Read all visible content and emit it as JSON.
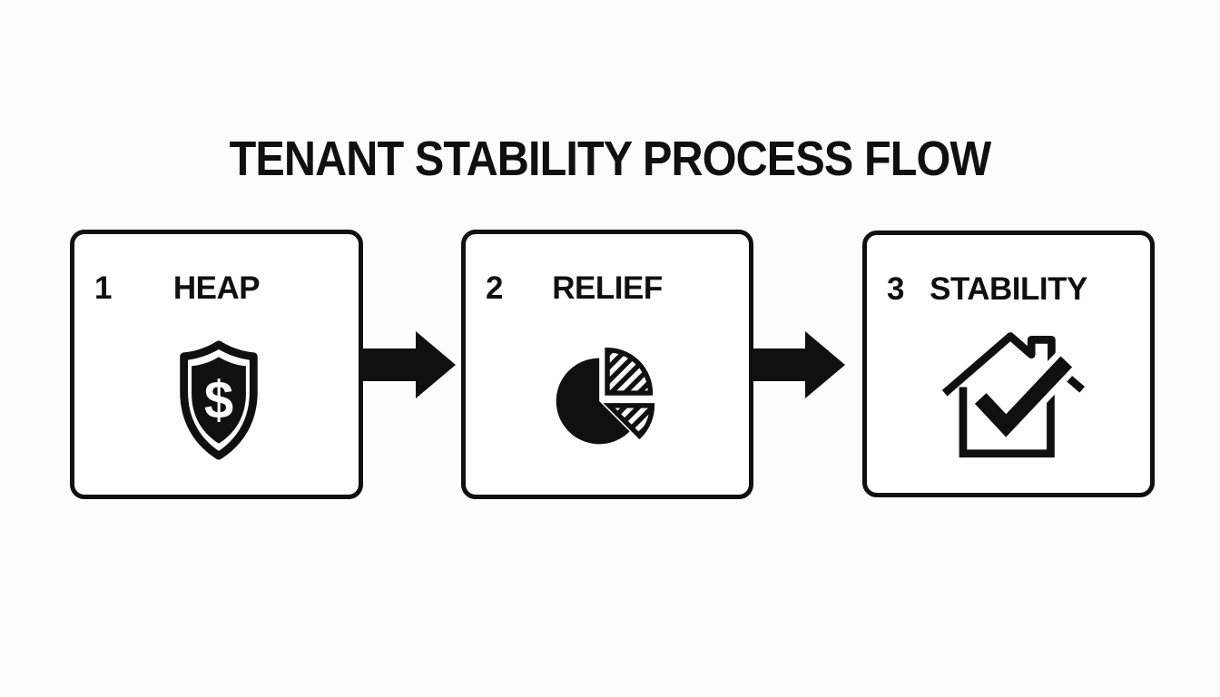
{
  "title": "TENANT STABILITY PROCESS FLOW",
  "colors": {
    "ink": "#101010",
    "background": "#fdfdfd",
    "box_background": "#ffffff"
  },
  "steps": [
    {
      "number": "1",
      "label": "HEAP",
      "icon": "shield-dollar-icon",
      "icon_text": "$"
    },
    {
      "number": "2",
      "label": "RELIEF",
      "icon": "pie-chart-icon"
    },
    {
      "number": "3",
      "label": "STABILITY",
      "icon": "house-checkmark-icon"
    }
  ],
  "connectors": [
    {
      "name": "arrow-1",
      "type": "right-arrow"
    },
    {
      "name": "arrow-2",
      "type": "right-arrow"
    }
  ]
}
